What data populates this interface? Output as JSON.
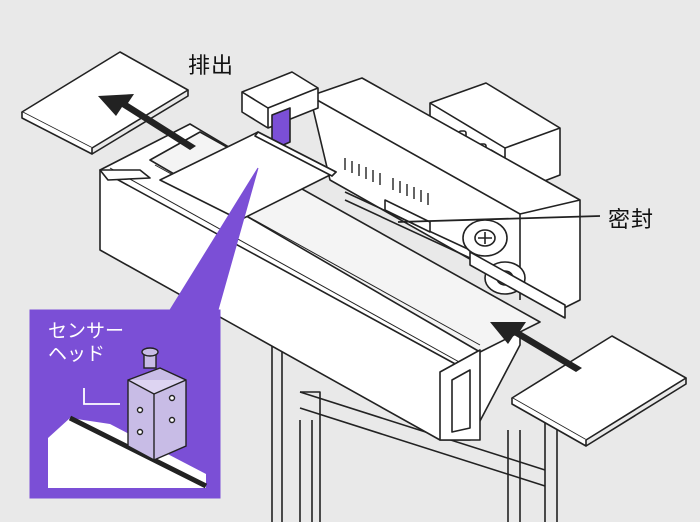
{
  "labels": {
    "discharge": "排出",
    "sealing": "密封"
  },
  "inset": {
    "line1": "センサー",
    "line2": "ヘッド"
  },
  "colors": {
    "background": "#e9e9e9",
    "accent_purple": "#7b4fd6",
    "inset_light": "#c8bce6",
    "line": "#222222",
    "machine_fill": "#ffffff",
    "belt_gray": "#dcdcdc"
  }
}
